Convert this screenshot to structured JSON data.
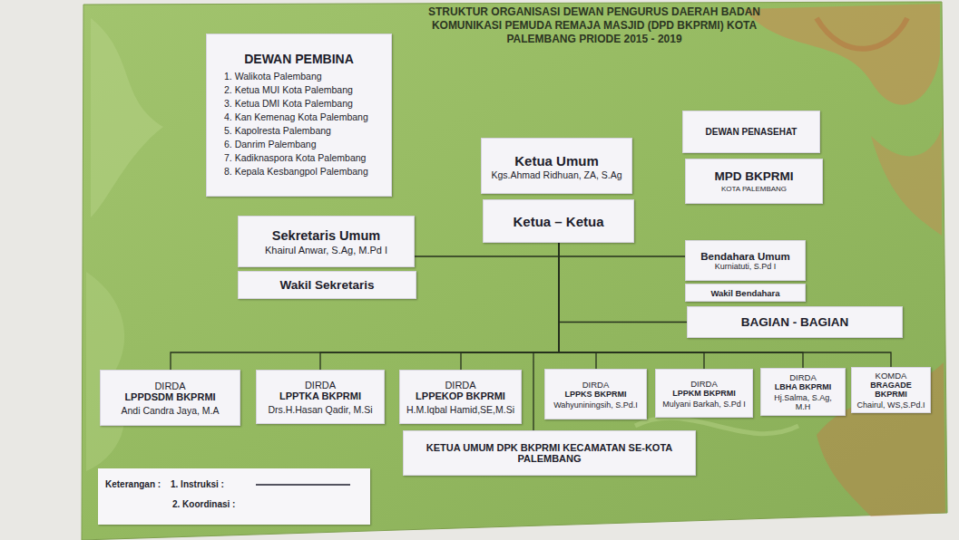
{
  "diagram": {
    "title": "STRUKTUR ORGANISASI DEWAN PENGURUS DAERAH BADAN KOMUNIKASI PEMUDA REMAJA MASJID (DPD BKPRMI) KOTA PALEMBANG PRIODE 2015 - 2019",
    "nodes": [
      {
        "text": [
          "DEWAN PEMBINA",
          "1. Walikota Palembang",
          "2. Ketua MUI Kota Palembang",
          "3. Ketua DMI Kota Palembang",
          "4. Kan Kemenag Kota Palembang",
          "5. Kapolresta Palembang",
          "6. Danrim Palembang",
          "7. Kadiknaspora Kota Palembang",
          "8. Kepala Kesbangpol Palembang"
        ]
      },
      {
        "text": [
          "Ketua Umum",
          "Kgs.Ahmad Ridhuan, ZA, S.Ag"
        ]
      },
      {
        "text": [
          "Ketua – Ketua"
        ]
      },
      {
        "text": [
          "DEWAN PENASEHAT"
        ]
      },
      {
        "text": [
          "MPD BKPRMI",
          "KOTA PALEMBANG"
        ]
      },
      {
        "text": [
          "Sekretaris Umum",
          "Khairul Anwar, S.Ag, M.Pd I"
        ]
      },
      {
        "text": [
          "Wakil Sekretaris"
        ]
      },
      {
        "text": [
          "Bendahara Umum",
          "Kurniatuti, S.Pd I"
        ]
      },
      {
        "text": [
          "Wakil Bendahara"
        ]
      },
      {
        "text": [
          "BAGIAN - BAGIAN"
        ]
      },
      {
        "text": [
          "DIRDA",
          "LPPDSDM BKPRMI",
          "Andi Candra Jaya, M.A"
        ]
      },
      {
        "text": [
          "DIRDA",
          "LPPTKA BKPRMI",
          "Drs.H.Hasan Qadir, M.Si"
        ]
      },
      {
        "text": [
          "DIRDA",
          "LPPEKOP BKPRMI",
          "H.M.Iqbal Hamid,SE,M.Si"
        ]
      },
      {
        "text": [
          "DIRDA",
          "LPPKS BKPRMI",
          "Wahyuniningsih, S.Pd.I"
        ]
      },
      {
        "text": [
          "DIRDA",
          "LPPKM BKPRMI",
          "Mulyani Barkah, S.Pd I"
        ]
      },
      {
        "text": [
          "DIRDA",
          "LBHA BKPRMI",
          "Hj.Salma, S.Ag, M.H"
        ]
      },
      {
        "text": [
          "KOMDA",
          "BRAGADE BKPRMI",
          "Chairul, WS,S.Pd.I"
        ]
      },
      {
        "text": [
          "KETUA UMUM DPK BKPRMI KECAMATAN SE-KOTA PALEMBANG"
        ]
      }
    ],
    "edges": [
      {
        "from": 2,
        "to": 5,
        "arrow": "none"
      },
      {
        "from": 2,
        "to": 7,
        "arrow": "none"
      },
      {
        "from": 2,
        "to": 9,
        "arrow": "none"
      },
      {
        "from": 2,
        "to": 10,
        "arrow": "none"
      },
      {
        "from": 2,
        "to": 11,
        "arrow": "none"
      },
      {
        "from": 2,
        "to": 12,
        "arrow": "none"
      },
      {
        "from": 2,
        "to": 13,
        "arrow": "none"
      },
      {
        "from": 2,
        "to": 14,
        "arrow": "none"
      },
      {
        "from": 2,
        "to": 15,
        "arrow": "none"
      },
      {
        "from": 2,
        "to": 16,
        "arrow": "none"
      },
      {
        "from": 2,
        "to": 17,
        "arrow": "none"
      }
    ],
    "labels": [
      "Keterangan :"
    ],
    "legend": [
      {
        "text": "1. Instruksi :"
      },
      {
        "text": "2. Koordinasi :"
      }
    ]
  }
}
